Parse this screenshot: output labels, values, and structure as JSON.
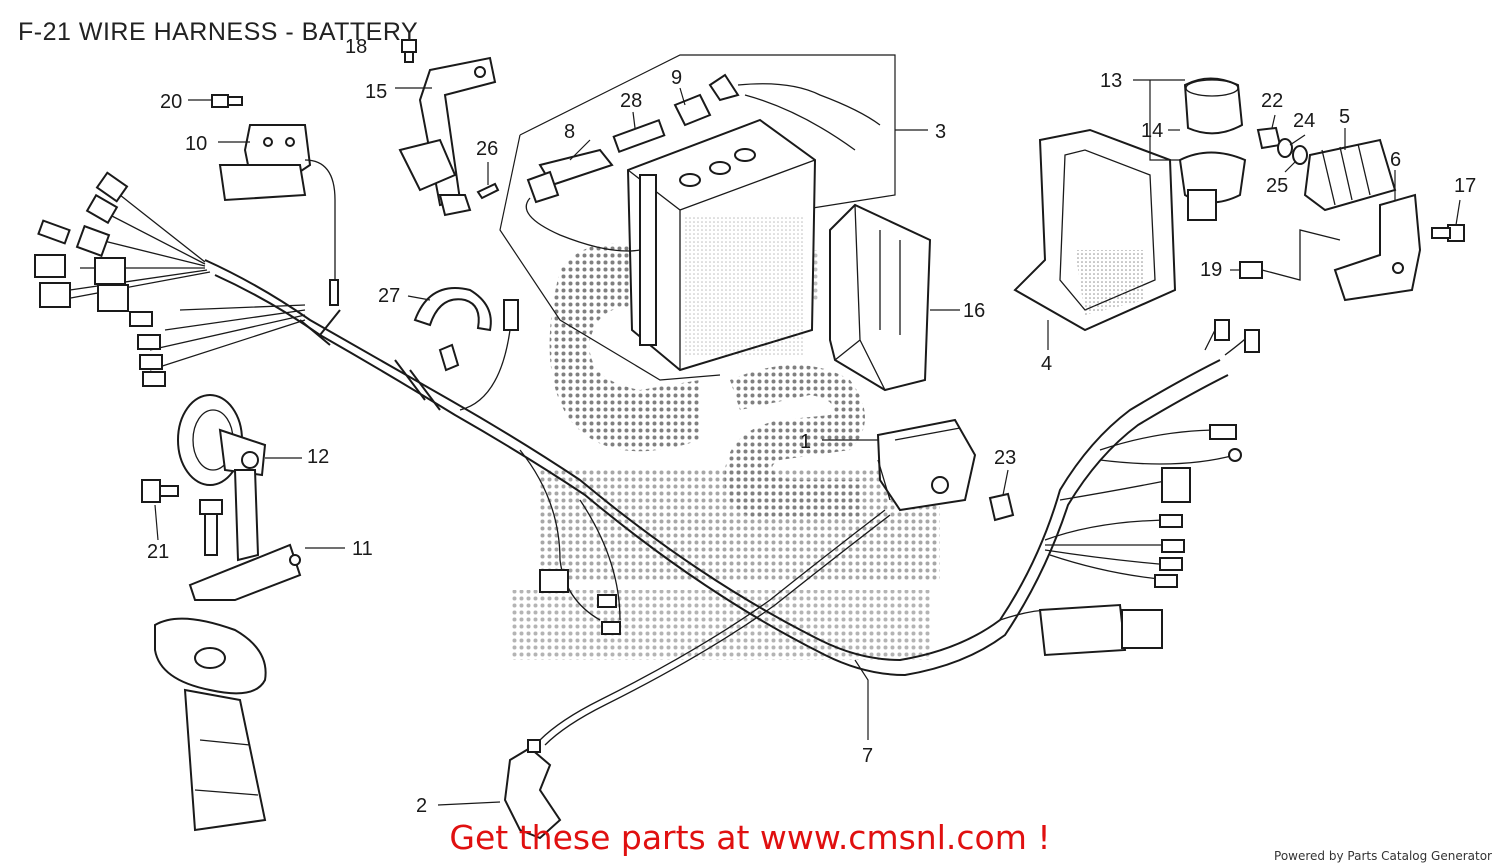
{
  "title": "F-21 WIRE HARNESS - BATTERY",
  "promo": "Get these parts at www.cmsnl.com !",
  "powered_by": "Powered by Parts Catalog Generator",
  "watermark": "CMS",
  "callouts": {
    "c1": "1",
    "c2": "2",
    "c3": "3",
    "c4": "4",
    "c5": "5",
    "c6": "6",
    "c7": "7",
    "c8": "8",
    "c9": "9",
    "c10": "10",
    "c11": "11",
    "c12": "12",
    "c13": "13",
    "c14": "14",
    "c15": "15",
    "c16": "16",
    "c17": "17",
    "c18": "18",
    "c19": "19",
    "c20": "20",
    "c21": "21",
    "c22": "22",
    "c23": "23",
    "c24": "24",
    "c25": "25",
    "c26": "26",
    "c27": "27",
    "c28": "28"
  }
}
